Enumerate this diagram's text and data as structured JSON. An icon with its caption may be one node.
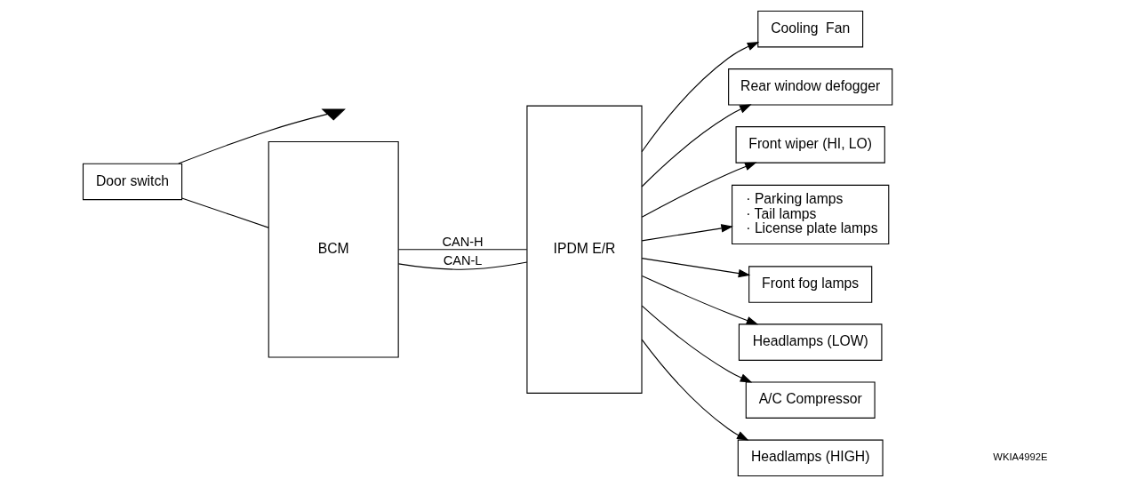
{
  "diagram": {
    "nodes": [
      {
        "text": [
          "Door switch"
        ]
      },
      {
        "text": [],
        "shape": "ground"
      },
      {
        "text": [
          "BCM"
        ]
      },
      {
        "text": [
          "IPDM E/R"
        ]
      },
      {
        "text": [
          "Cooling  Fan"
        ]
      },
      {
        "text": [
          "Rear window defogger"
        ]
      },
      {
        "text": [
          "Front wiper (HI, LO)"
        ]
      },
      {
        "text": [
          "· Parking lamps",
          "· Tail lamps",
          "· License plate lamps"
        ]
      },
      {
        "text": [
          "Front fog lamps"
        ]
      },
      {
        "text": [
          "Headlamps (LOW)"
        ]
      },
      {
        "text": [
          "A/C Compressor"
        ]
      },
      {
        "text": [
          "Headlamps (HIGH)"
        ]
      }
    ],
    "edges": [
      {
        "from": 0,
        "to": 2,
        "arrow": "none"
      },
      {
        "from": 0,
        "to": 1,
        "arrow": "none"
      },
      {
        "from": 2,
        "to": 3,
        "arrow": "none",
        "label": "CAN-H"
      },
      {
        "from": 2,
        "to": 3,
        "arrow": "none",
        "label": "CAN-L"
      },
      {
        "from": 3,
        "to": 4,
        "arrow": "to"
      },
      {
        "from": 3,
        "to": 5,
        "arrow": "to"
      },
      {
        "from": 3,
        "to": 6,
        "arrow": "to"
      },
      {
        "from": 3,
        "to": 7,
        "arrow": "to"
      },
      {
        "from": 3,
        "to": 8,
        "arrow": "to"
      },
      {
        "from": 3,
        "to": 9,
        "arrow": "to"
      },
      {
        "from": 3,
        "to": 10,
        "arrow": "to"
      },
      {
        "from": 3,
        "to": 11,
        "arrow": "to"
      }
    ],
    "labels": [
      "WKIA4992E"
    ]
  }
}
